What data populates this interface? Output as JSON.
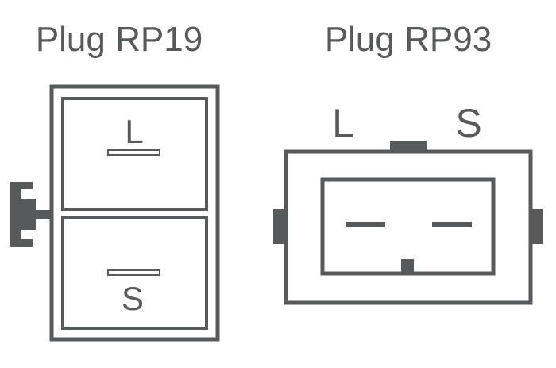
{
  "colors": {
    "stroke": "#58595b",
    "background": "#ffffff"
  },
  "plugs": [
    {
      "title": "Plug RP19",
      "pins": [
        {
          "label": "L"
        },
        {
          "label": "S"
        }
      ]
    },
    {
      "title": "Plug RP93",
      "pins": [
        {
          "label": "L"
        },
        {
          "label": "S"
        }
      ]
    }
  ]
}
